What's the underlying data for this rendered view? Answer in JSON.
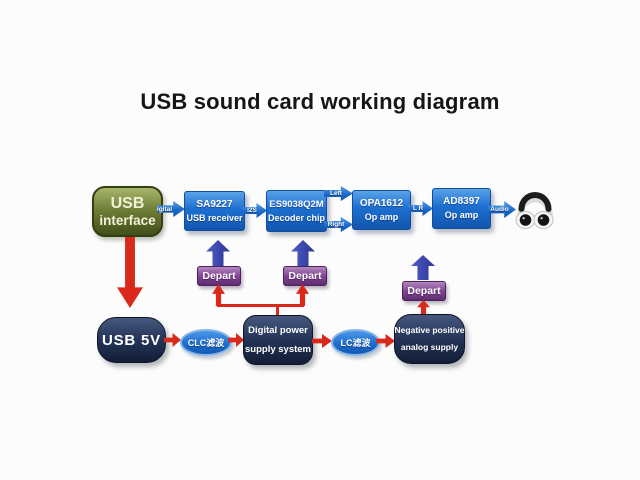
{
  "title": "USB sound card working diagram",
  "colors": {
    "box_blue": "#1d6fd0",
    "box_green": "#6d7c35",
    "box_navy": "#243457",
    "box_purple": "#814694",
    "arrow_red": "#d9291b",
    "arrow_blue_violet": "#3a46ac",
    "text_light": "#ffffff"
  },
  "nodes": {
    "usb_interface": {
      "line1": "USB",
      "line2": "interface"
    },
    "sa9227": {
      "line1": "SA9227",
      "line2": "USB receiver"
    },
    "es9038q2m": {
      "line1": "ES9038Q2M",
      "line2": "Decoder chip"
    },
    "opa1612": {
      "line1": "OPA1612",
      "line2": "Op amp"
    },
    "ad8397": {
      "line1": "AD8397",
      "line2": "Op amp"
    },
    "depart1": {
      "label": "Depart"
    },
    "depart2": {
      "label": "Depart"
    },
    "depart3": {
      "label": "Depart"
    },
    "usb_5v": {
      "label": "USB 5V"
    },
    "clc_filter": {
      "label": "CLC滤波"
    },
    "digital_power": {
      "line1": "Digital power",
      "line2": "supply system"
    },
    "lc_filter": {
      "label": "LC滤波"
    },
    "analog_supply": {
      "line1": "Negative positive",
      "line2": "analog supply"
    }
  },
  "arrow_labels": {
    "digital": "digital",
    "i2s": "I2S",
    "left": "Left",
    "right": "Right",
    "lr": "L R",
    "audio": "Audio"
  },
  "icons": {
    "headphones": "headphones-icon"
  }
}
